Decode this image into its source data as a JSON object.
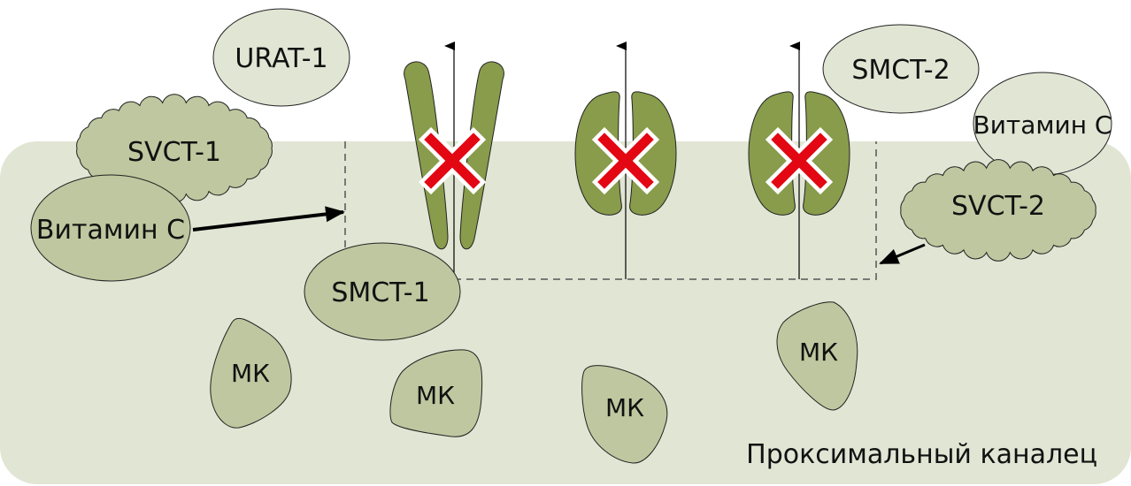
{
  "colors": {
    "tubule_fill": "#e1e5d4",
    "light_shape_fill": "#e1e5d4",
    "medium_shape_fill": "#bec79f",
    "channel_fill": "#889c4c",
    "block_mark": "#e30613",
    "outline": "#222222"
  },
  "labels": {
    "urat1": "URAT-1",
    "smct2": "SMCT-2",
    "vitc_right": "Витамин C",
    "svct1": "SVCT-1",
    "vitc_left": "Витамин C",
    "smct1": "SMCT-1",
    "svct2": "SVCT-2",
    "mk1": "МК",
    "mk2": "МК",
    "mk3": "МК",
    "mk4": "МК",
    "tubule": "Проксимальный каналец"
  },
  "icons": {
    "block": "red-x-icon",
    "flow": "arrow-up-icon"
  }
}
